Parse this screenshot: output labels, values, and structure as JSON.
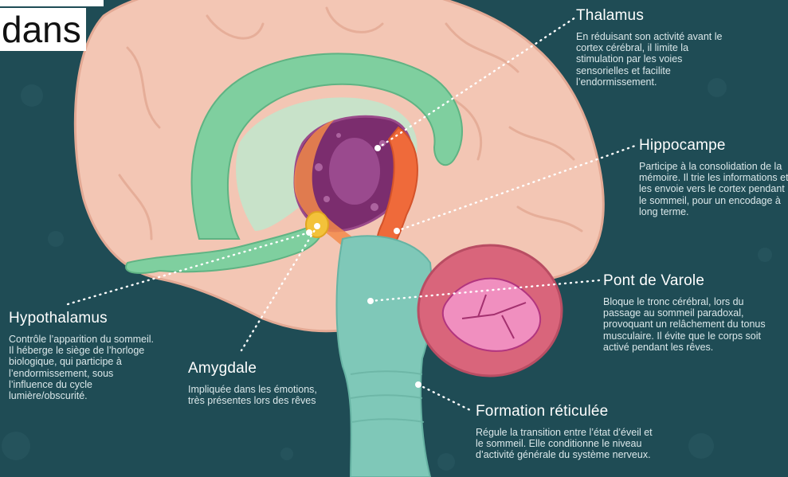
{
  "header": {
    "title_top_fragment": "ueil",
    "title_line": "dans"
  },
  "colors": {
    "background": "#1f4c55",
    "brain": "#f3c6b4",
    "limbic": "#7fcf9f",
    "thalamus": "#7b2d6e",
    "hippocampus": "#ef6a3a",
    "brainstem": "#7fc8b8",
    "cerebellum": "#d9657b",
    "accent_dot": "#ffffff"
  },
  "regions": {
    "thalamus": {
      "name": "Thalamus",
      "description": "En réduisant son activité avant le cortex cérébral, il limite la stimulation par les voies sensorielles et facilite l’endormissement."
    },
    "hippocampe": {
      "name": "Hippocampe",
      "description": "Participe à la consolidation de la mémoire. Il trie les informations et les envoie vers le cortex pendant le sommeil, pour un encodage à long terme."
    },
    "pont": {
      "name": "Pont de Varole",
      "description": "Bloque le tronc cérébral, lors du passage au sommeil paradoxal, provoquant un relâchement du tonus musculaire. Il évite que le corps soit activé pendant les rêves."
    },
    "hypothalamus": {
      "name": "Hypothalamus",
      "description": "Contrôle l’apparition du sommeil. Il héberge le siège de l’horloge biologique, qui participe à l’endormissement, sous l’influence du cycle lumière/obscurité."
    },
    "amygdale": {
      "name": "Amygdale",
      "description": "Impliquée dans les émotions, très présentes lors des rêves"
    },
    "formation": {
      "name": "Formation réticulée",
      "description": "Régule la transition entre l’état d’éveil et le sommeil. Elle conditionne le niveau d’activité générale du système nerveux."
    }
  }
}
